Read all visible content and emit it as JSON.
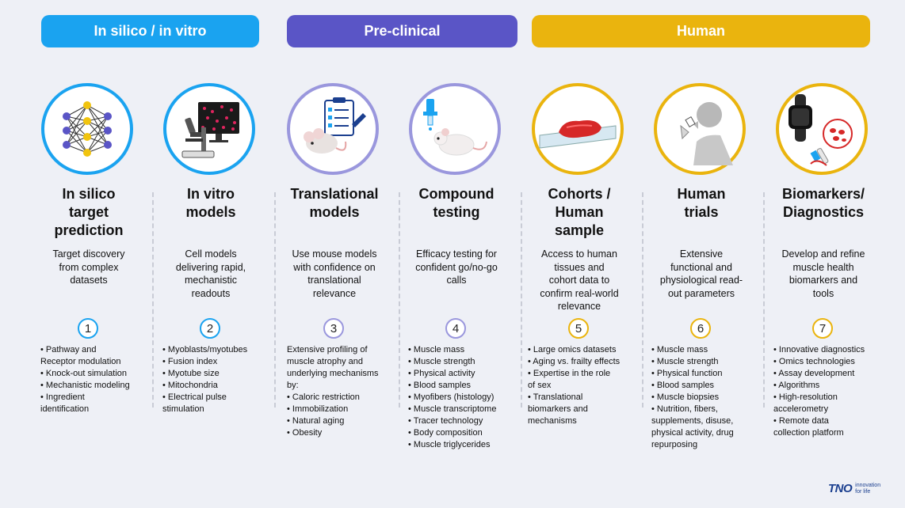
{
  "colors": {
    "in_silico": "#1aa3f0",
    "pre_clinical": "#5a55c6",
    "human": "#eab40e",
    "background": "#eef0f6"
  },
  "phases": [
    {
      "label": "In silico / in vitro"
    },
    {
      "label": "Pre-clinical"
    },
    {
      "label": "Human"
    }
  ],
  "columns": [
    {
      "title": "In silico\ntarget\nprediction",
      "description": "Target discovery\nfrom complex\ndatasets",
      "number": "1",
      "icon": "neural-network-icon",
      "bullets": [
        "• Pathway and",
        "Receptor modulation",
        "• Knock-out simulation",
        "• Mechanistic modeling",
        "•  Ingredient",
        "identification"
      ]
    },
    {
      "title": "In vitro\nmodels",
      "description": "Cell models\ndelivering rapid,\nmechanistic\nreadouts",
      "number": "2",
      "icon": "microscope-icon",
      "bullets": [
        "• Myoblasts/myotubes",
        "• Fusion index",
        "• Myotube size",
        "• Mitochondria",
        "• Electrical pulse",
        "stimulation"
      ]
    },
    {
      "title": "Translational\nmodels",
      "description": "Use mouse models\nwith confidence on\ntranslational\nrelevance",
      "number": "3",
      "icon": "mouse-clipboard-icon",
      "bullets": [
        "Extensive profiling of",
        "muscle atrophy and",
        "underlying mechanisms",
        "by:",
        "• Caloric restriction",
        "• Immobilization",
        "• Natural aging",
        "• Obesity"
      ]
    },
    {
      "title": "Compound\ntesting",
      "description": "Efficacy testing for\nconfident go/no-go\ncalls",
      "number": "4",
      "icon": "mouse-dropper-icon",
      "bullets": [
        "• Muscle mass",
        "• Muscle strength",
        "• Physical activity",
        "• Blood samples",
        "• Myofibers (histology)",
        "• Muscle transcriptome",
        "• Tracer technology",
        "• Body composition",
        "• Muscle triglycerides"
      ]
    },
    {
      "title": "Cohorts /\nHuman\nsample",
      "description": "Access to human\ntissues and\ncohort data to\nconfirm real-world\nrelevance",
      "number": "5",
      "icon": "tissue-slide-icon",
      "bullets": [
        "• Large omics datasets",
        "• Aging vs. frailty effects",
        "• Expertise in the role",
        "of sex",
        "• Translational",
        "biomarkers and",
        "mechanisms"
      ]
    },
    {
      "title": "Human\ntrials",
      "description": "Extensive\nfunctional and\nphysiological read-\nout parameters",
      "number": "6",
      "icon": "person-drinking-icon",
      "bullets": [
        "• Muscle mass",
        "• Muscle strength",
        "• Physical function",
        "• Blood samples",
        "• Muscle biopsies",
        "• Nutrition, fibers,",
        "supplements, disuse,",
        "physical activity, drug",
        "repurposing"
      ]
    },
    {
      "title": "Biomarkers/\nDiagnostics",
      "description": "Develop and refine\nmuscle health\nbiomarkers and\ntools",
      "number": "7",
      "icon": "smartwatch-blood-icon",
      "bullets": [
        "• Innovative diagnostics",
        "• Omics technologies",
        "• Assay development",
        "• Algorithms",
        "• High-resolution",
        "accelerometry",
        "• Remote data",
        "collection platform"
      ]
    }
  ],
  "logo": {
    "mark": "TNO",
    "tagline": "innovation\nfor life"
  }
}
